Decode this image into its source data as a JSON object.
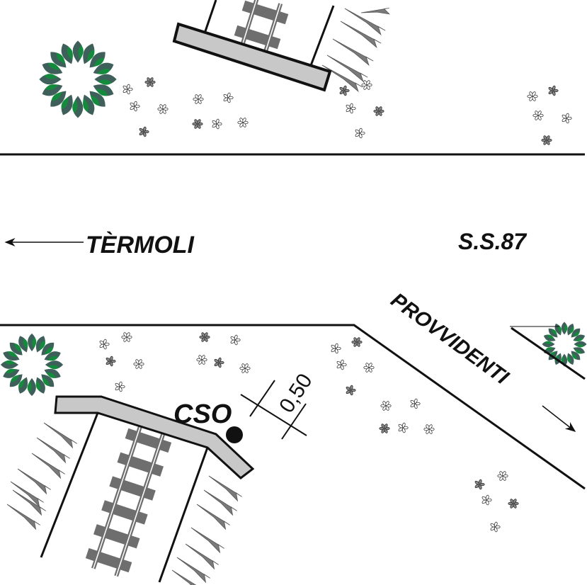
{
  "labels": {
    "west_destination": "TÈRMOLI",
    "road_name": "S.S.87",
    "east_destination": "PROVVIDENTI",
    "point_label": "CSO",
    "dimension": "0,50"
  },
  "colors": {
    "line": "#111111",
    "bridge_fill": "#c8c8c8",
    "track": "#6e6e6e",
    "grass": "#7a7a7a",
    "bush_dark": "#3f5f5a",
    "bush_green": "#138a3c"
  }
}
